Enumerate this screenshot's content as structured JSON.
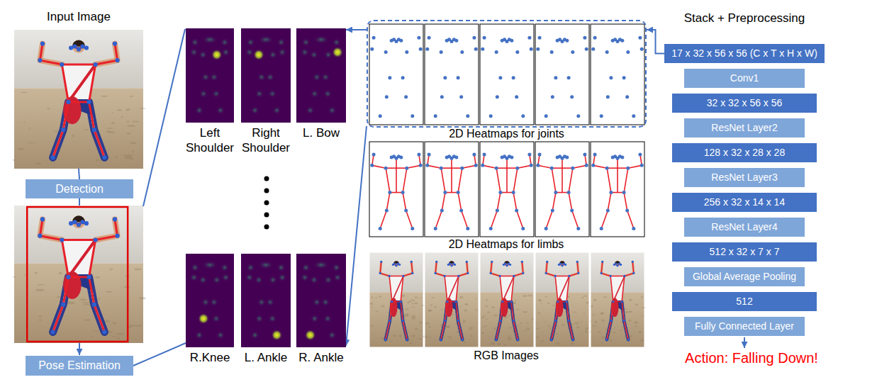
{
  "diagram": {
    "nodes": [
      {
        "text": [
          "Input Image"
        ]
      },
      {
        "text": [
          "Detection"
        ]
      },
      {
        "text": [
          "Pose Estimation"
        ]
      },
      {
        "text": [
          "Left Shoulder"
        ]
      },
      {
        "text": [
          "Right Shoulder"
        ]
      },
      {
        "text": [
          "L. Bow"
        ]
      },
      {
        "text": [
          "R.Knee"
        ]
      },
      {
        "text": [
          "L. Ankle"
        ]
      },
      {
        "text": [
          "R. Ankle"
        ]
      },
      {
        "text": [
          "2D Heatmaps for joints"
        ]
      },
      {
        "text": [
          "Stack + Preprocessing",
          "17 x 32 x 56 x 56 (C x T x H x W)"
        ]
      },
      {
        "text": [
          "Conv1"
        ]
      },
      {
        "text": [
          "32 x 32 x 56 x 56"
        ]
      },
      {
        "text": [
          "ResNet Layer2"
        ]
      },
      {
        "text": [
          "128 x 32 x 28 x 28"
        ]
      },
      {
        "text": [
          "ResNet Layer3"
        ]
      },
      {
        "text": [
          "256 x 32 x 14 x 14"
        ]
      },
      {
        "text": [
          "ResNet Layer4"
        ]
      },
      {
        "text": [
          "512 x 32 x 7 x 7"
        ]
      },
      {
        "text": [
          "Global Average Pooling"
        ]
      },
      {
        "text": [
          "512"
        ]
      },
      {
        "text": [
          "Fully Connected Layer"
        ]
      }
    ],
    "edges": [
      {
        "from": 0,
        "to": 1,
        "arrow": "none"
      },
      {
        "from": 2,
        "to": 6,
        "arrow": "none"
      },
      {
        "from": 9,
        "to": 5,
        "arrow": "to"
      },
      {
        "from": 9,
        "to": 8,
        "arrow": "to"
      },
      {
        "from": 10,
        "to": 9,
        "arrow": "to"
      }
    ],
    "labels": [
      "2D Heatmaps for limbs",
      "RGB Images",
      "Action: Falling Down!"
    ]
  }
}
